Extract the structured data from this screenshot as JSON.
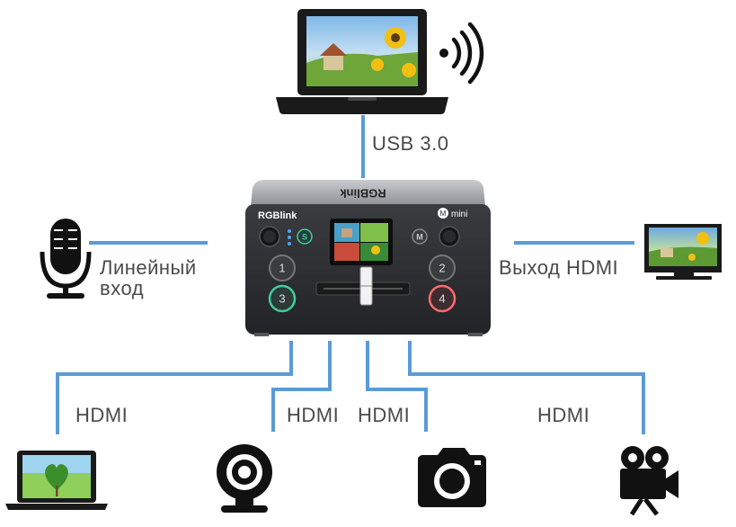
{
  "labels": {
    "usb": "USB 3.0",
    "line_in_1": "Линейный",
    "line_in_2": "вход",
    "hdmi_out": "Выход HDMI",
    "hdmi_in_1": "HDMI",
    "hdmi_in_2": "HDMI",
    "hdmi_in_3": "HDMI",
    "hdmi_in_4": "HDMI"
  },
  "device": {
    "brand": "RGBlink",
    "brand_top": "RGBlink",
    "model": "mini",
    "mode_letter": "M",
    "s_letter": "S",
    "buttons": [
      "1",
      "2",
      "3",
      "4"
    ]
  },
  "icons": [
    "laptop-icon",
    "wireless-signal-icon",
    "microphone-icon",
    "monitor-icon",
    "laptop-icon",
    "webcam-icon",
    "camera-icon",
    "video-camera-icon"
  ],
  "colors": {
    "connector": "#5b9bd5",
    "label": "#4a4a4a",
    "device_body": "#2e3034",
    "button_green": "#3ecf9a",
    "button_red": "#ff6b6b"
  }
}
